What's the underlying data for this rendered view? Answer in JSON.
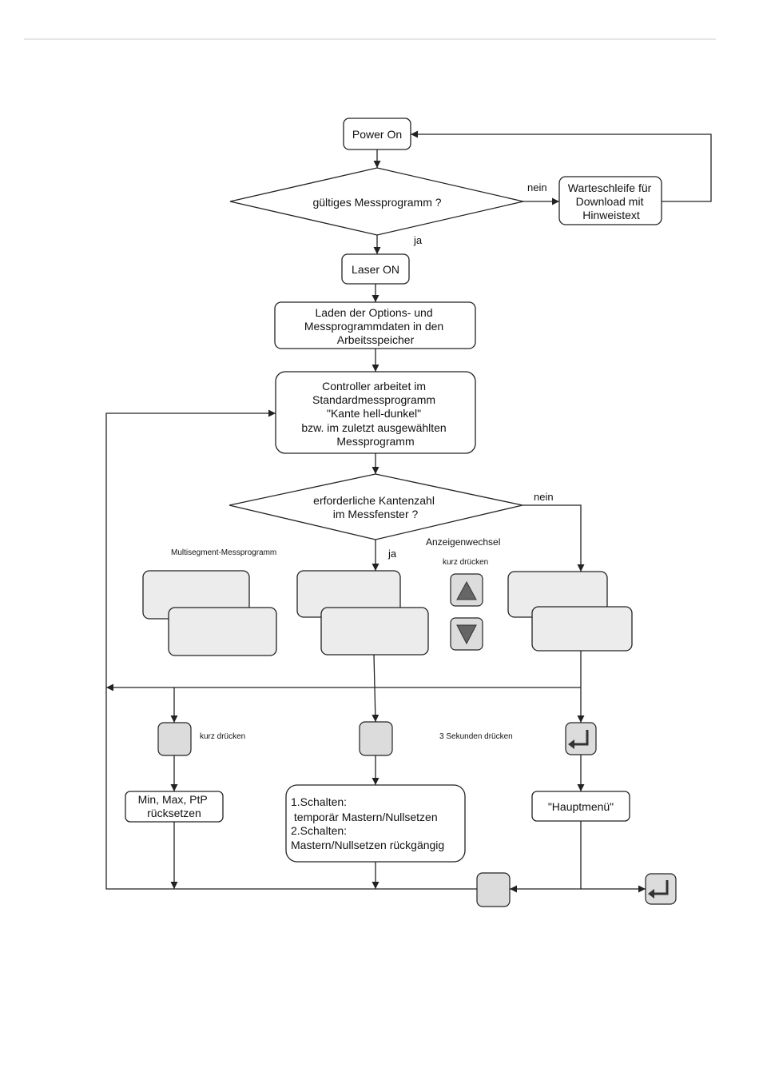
{
  "nodes": {
    "power_on": "Power On",
    "valid_program": "gültiges Messprogramm ?",
    "waiting_loop": [
      "Warteschleife für",
      "Download mit",
      "Hinweistext"
    ],
    "laser_on": "Laser ON",
    "load_data": [
      "Laden der Options- und",
      "Messprogrammdaten in den",
      "Arbeitsspeicher"
    ],
    "controller": [
      "Controller arbeitet im",
      "Standardmessprogramm",
      "\"Kante hell-dunkel\"",
      "bzw. im zuletzt ausgewählten",
      "Messprogramm"
    ],
    "edge_count": [
      "erforderliche Kantenzahl",
      "im Messfenster ?"
    ],
    "reset_minmax": [
      "Min, Max, PtP",
      "rücksetzen"
    ],
    "switching": [
      "1.Schalten:",
      " temporär Mastern/Nullsetzen",
      "2.Schalten:",
      "Mastern/Nullsetzen rückgängig"
    ],
    "main_menu": "\"Hauptmenü\""
  },
  "labels": {
    "nein_top": "nein",
    "ja_top": "ja",
    "nein_mid": "nein",
    "ja_mid": "ja",
    "multisegment": "Multisegment-Messprogramm",
    "display_change": "Anzeigenwechsel",
    "short_press_top": "kurz drücken",
    "short_press_left": "kurz drücken",
    "three_seconds": "3 Sekunden drücken"
  },
  "icons": {
    "up": "triangle-up-icon",
    "down": "triangle-down-icon",
    "enter": "enter-icon"
  }
}
